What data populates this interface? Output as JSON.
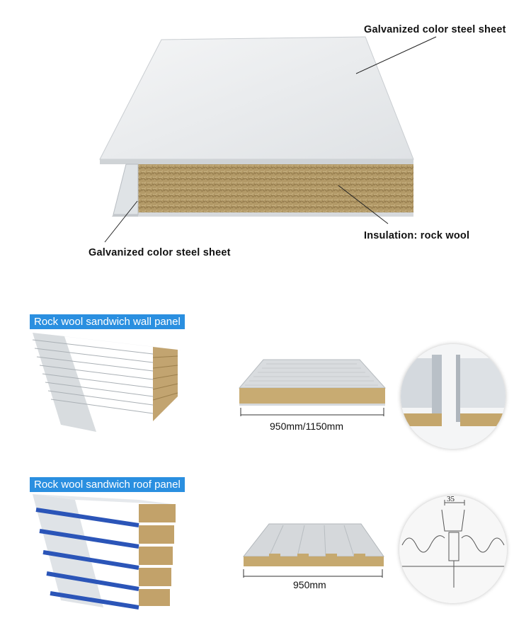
{
  "top_diagram": {
    "label_top_right": "Galvanized color steel sheet",
    "label_core": "Insulation: rock wool",
    "label_bottom_left": "Galvanized color steel sheet"
  },
  "wall_section": {
    "tag": "Rock wool sandwich wall panel",
    "dimension": "950mm/1150mm"
  },
  "roof_section": {
    "tag": "Rock wool sandwich roof panel",
    "dimension": "950mm",
    "detail_measure": "35"
  },
  "colors": {
    "tag_blue": "#2a8fe0",
    "steel": "#e9ecef",
    "rockwool": "#b8a070",
    "roof_blue": "#2b55b8"
  }
}
